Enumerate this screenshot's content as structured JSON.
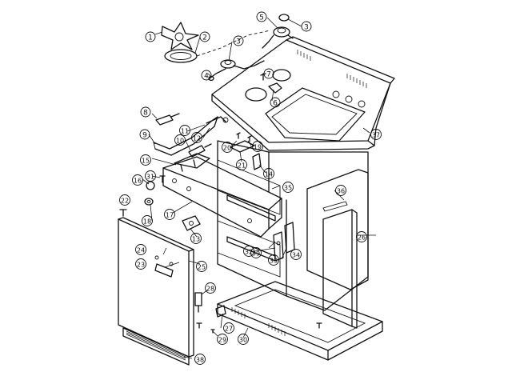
{
  "diagram": {
    "labels": [
      {
        "id": "c1",
        "text": "1"
      },
      {
        "id": "c2",
        "text": "2"
      },
      {
        "id": "c3a",
        "text": "3"
      },
      {
        "id": "c3b",
        "text": "3"
      },
      {
        "id": "c4",
        "text": "4"
      },
      {
        "id": "c5",
        "text": "5"
      },
      {
        "id": "c6",
        "text": "6"
      },
      {
        "id": "c7",
        "text": "7"
      },
      {
        "id": "c8",
        "text": "8"
      },
      {
        "id": "c9",
        "text": "9"
      },
      {
        "id": "c10",
        "text": "10"
      },
      {
        "id": "c11",
        "text": "11"
      },
      {
        "id": "c12",
        "text": "12"
      },
      {
        "id": "c13",
        "text": "13"
      },
      {
        "id": "c14",
        "text": "14"
      },
      {
        "id": "c15",
        "text": "15"
      },
      {
        "id": "c16",
        "text": "16"
      },
      {
        "id": "c17",
        "text": "17"
      },
      {
        "id": "c18",
        "text": "18"
      },
      {
        "id": "c19",
        "text": "19"
      },
      {
        "id": "c20",
        "text": "20"
      },
      {
        "id": "c21",
        "text": "21"
      },
      {
        "id": "c22",
        "text": "22"
      },
      {
        "id": "c23",
        "text": "23"
      },
      {
        "id": "c24",
        "text": "24"
      },
      {
        "id": "c25",
        "text": "25"
      },
      {
        "id": "c26",
        "text": "26"
      },
      {
        "id": "c27",
        "text": "27"
      },
      {
        "id": "c28",
        "text": "28"
      },
      {
        "id": "c29",
        "text": "29"
      },
      {
        "id": "c30",
        "text": "30"
      },
      {
        "id": "c31",
        "text": "31"
      },
      {
        "id": "c32",
        "text": "32"
      },
      {
        "id": "c33",
        "text": "33"
      },
      {
        "id": "c34",
        "text": "34"
      },
      {
        "id": "c35",
        "text": "35"
      },
      {
        "id": "c36",
        "text": "36"
      },
      {
        "id": "c37",
        "text": "37"
      },
      {
        "id": "c38",
        "text": "38"
      },
      {
        "id": "c39",
        "text": "39"
      }
    ]
  }
}
